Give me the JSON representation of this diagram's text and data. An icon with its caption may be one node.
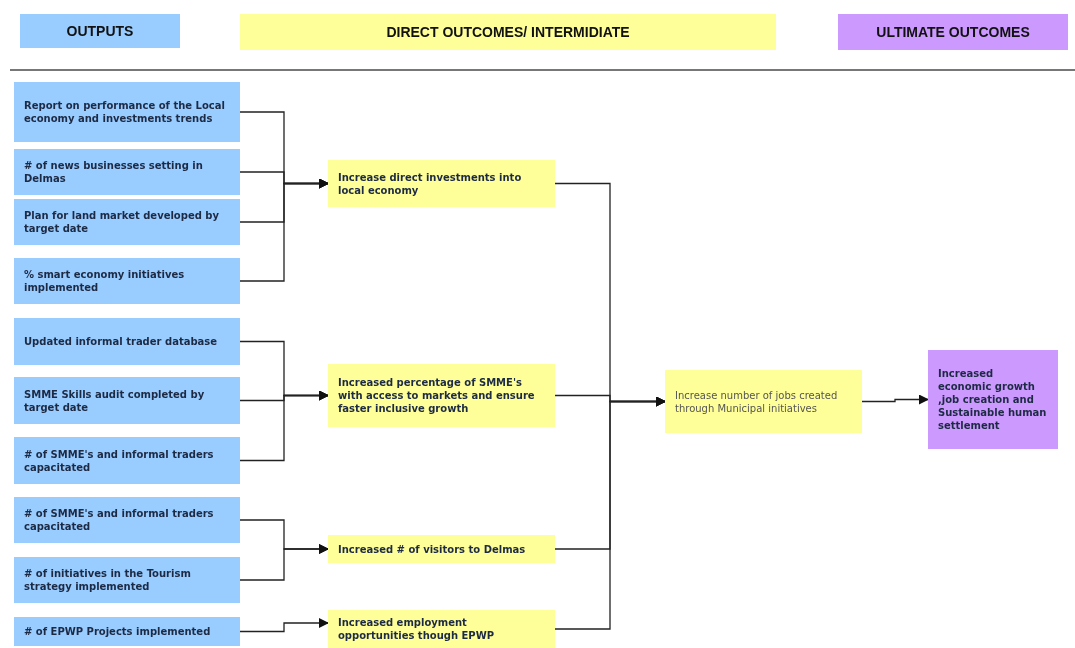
{
  "diagram": {
    "nodes": [
      {
        "text": [
          "OUTPUTS"
        ]
      },
      {
        "text": [
          "DIRECT  OUTCOMES/ INTERMIDIATE"
        ]
      },
      {
        "text": [
          "ULTIMATE  OUTCOMES"
        ]
      },
      {
        "text": [
          "Report on performance of the Local economy and investments trends"
        ]
      },
      {
        "text": [
          "# of news businesses setting in Delmas"
        ]
      },
      {
        "text": [
          "Plan for land market developed by target date"
        ]
      },
      {
        "text": [
          "% smart economy initiatives implemented"
        ]
      },
      {
        "text": [
          "Updated informal trader database"
        ]
      },
      {
        "text": [
          "SMME Skills audit completed by target date"
        ]
      },
      {
        "text": [
          "# of SMME's and informal traders capacitated"
        ]
      },
      {
        "text": [
          "# of SMME's and informal traders capacitated"
        ]
      },
      {
        "text": [
          "# of initiatives in the Tourism strategy implemented"
        ]
      },
      {
        "text": [
          "# of EPWP Projects implemented"
        ]
      },
      {
        "text": [
          "Increase direct investments into local economy"
        ]
      },
      {
        "text": [
          "Increased percentage of SMME's with access to markets and ensure faster inclusive growth"
        ]
      },
      {
        "text": [
          "Increased # of visitors to Delmas"
        ]
      },
      {
        "text": [
          "Increased employment opportunities though EPWP"
        ]
      },
      {
        "text": [
          "Increase number of jobs created through Municipal initiatives"
        ]
      },
      {
        "text": [
          "Increased economic growth ,job creation and Sustainable human settlement"
        ]
      }
    ],
    "edges": [
      {
        "from": 3,
        "to": 13,
        "arrow": "to"
      },
      {
        "from": 4,
        "to": 13,
        "arrow": "to"
      },
      {
        "from": 5,
        "to": 13,
        "arrow": "to"
      },
      {
        "from": 6,
        "to": 13,
        "arrow": "to"
      },
      {
        "from": 7,
        "to": 14,
        "arrow": "to"
      },
      {
        "from": 8,
        "to": 14,
        "arrow": "to"
      },
      {
        "from": 9,
        "to": 14,
        "arrow": "to"
      },
      {
        "from": 10,
        "to": 15,
        "arrow": "to"
      },
      {
        "from": 11,
        "to": 15,
        "arrow": "to"
      },
      {
        "from": 12,
        "to": 16,
        "arrow": "to"
      },
      {
        "from": 13,
        "to": 17,
        "arrow": "to"
      },
      {
        "from": 14,
        "to": 17,
        "arrow": "to"
      },
      {
        "from": 15,
        "to": 17,
        "arrow": "to"
      },
      {
        "from": 16,
        "to": 17,
        "arrow": "to"
      },
      {
        "from": 17,
        "to": 18,
        "arrow": "to"
      }
    ]
  }
}
